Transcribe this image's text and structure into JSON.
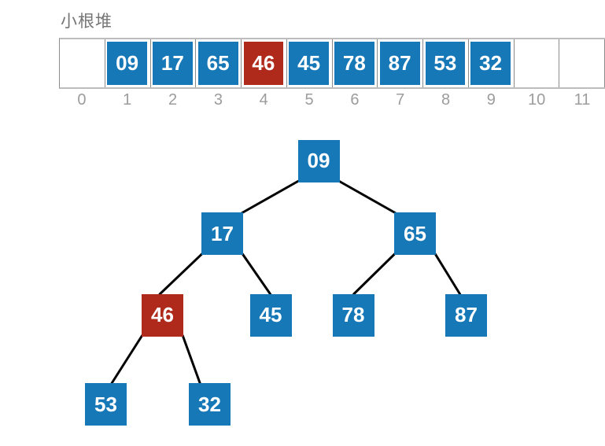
{
  "title": "小根堆",
  "array": {
    "cells": [
      {
        "index": "0",
        "value": "",
        "state": "empty"
      },
      {
        "index": "1",
        "value": "09",
        "state": "normal"
      },
      {
        "index": "2",
        "value": "17",
        "state": "normal"
      },
      {
        "index": "3",
        "value": "65",
        "state": "normal"
      },
      {
        "index": "4",
        "value": "46",
        "state": "highlight"
      },
      {
        "index": "5",
        "value": "45",
        "state": "normal"
      },
      {
        "index": "6",
        "value": "78",
        "state": "normal"
      },
      {
        "index": "7",
        "value": "87",
        "state": "normal"
      },
      {
        "index": "8",
        "value": "53",
        "state": "normal"
      },
      {
        "index": "9",
        "value": "32",
        "state": "normal"
      },
      {
        "index": "10",
        "value": "",
        "state": "empty"
      },
      {
        "index": "11",
        "value": "",
        "state": "empty"
      }
    ]
  },
  "tree": {
    "nodes": [
      {
        "id": "n09",
        "label": "09",
        "state": "normal",
        "parent": null
      },
      {
        "id": "n17",
        "label": "17",
        "state": "normal",
        "parent": "n09"
      },
      {
        "id": "n65",
        "label": "65",
        "state": "normal",
        "parent": "n09"
      },
      {
        "id": "n46",
        "label": "46",
        "state": "highlight",
        "parent": "n17"
      },
      {
        "id": "n45",
        "label": "45",
        "state": "normal",
        "parent": "n17"
      },
      {
        "id": "n78",
        "label": "78",
        "state": "normal",
        "parent": "n65"
      },
      {
        "id": "n87",
        "label": "87",
        "state": "normal",
        "parent": "n65"
      },
      {
        "id": "n53",
        "label": "53",
        "state": "normal",
        "parent": "n46"
      },
      {
        "id": "n32",
        "label": "32",
        "state": "normal",
        "parent": "n46"
      }
    ]
  },
  "colors": {
    "node_blue": "#1778b8",
    "node_red": "#b02a1b",
    "edge_black": "#000000",
    "grid_gray": "#8c8c8c",
    "index_gray": "#9c9c9c",
    "title_gray": "#757575"
  }
}
